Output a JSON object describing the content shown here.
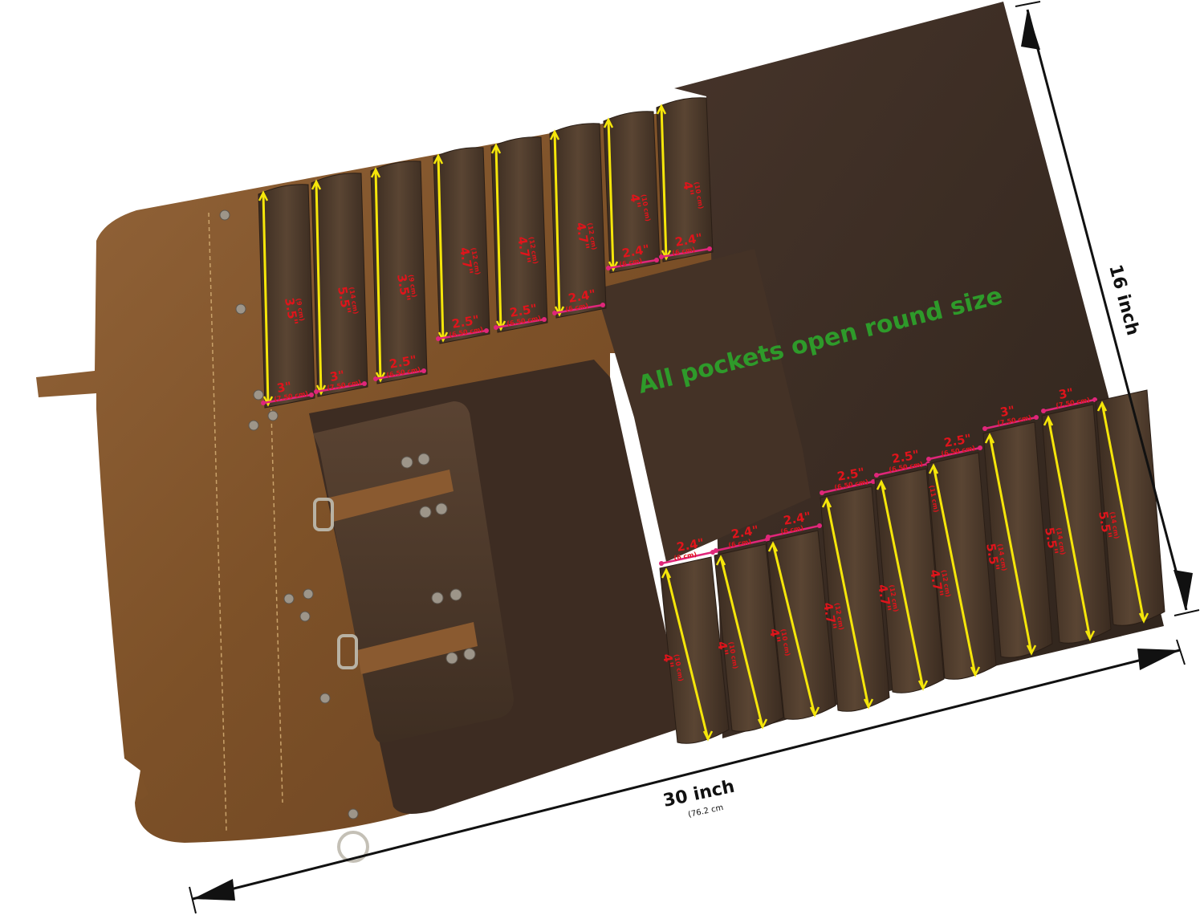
{
  "caption": {
    "text": "All pockets open round size",
    "color": "#2e9a2a"
  },
  "dimensions": {
    "width": {
      "label": "30 inch",
      "sub": "(76.2 cm"
    },
    "height": {
      "label": "16 inch"
    }
  },
  "colors": {
    "leather_light": "#8a5a2f",
    "leather_dark": "#3a2a1e",
    "pocket": "#4a3728",
    "measure_yellow": "#f5e60a",
    "measure_magenta": "#e0267a",
    "label_red": "#e0141b"
  },
  "top_pockets": [
    {
      "length": "3.5\"",
      "length_cm": "(9 cm)",
      "opening": "3\"",
      "opening_cm": "(7.50 cm)"
    },
    {
      "length": "5.5\"",
      "length_cm": "(14 cm)",
      "opening": "3\"",
      "opening_cm": "(7.50 cm)"
    },
    {
      "length": "3.5\"",
      "length_cm": "(9 cm)",
      "opening": "2.5\"",
      "opening_cm": "(6.50 cm)"
    },
    {
      "length": "4.7\"",
      "length_cm": "(12 cm)",
      "opening": "2.5\"",
      "opening_cm": "(6.50 cm)"
    },
    {
      "length": "4.7\"",
      "length_cm": "(12 cm)",
      "opening": "2.5\"",
      "opening_cm": "(6.50 cm)"
    },
    {
      "length": "4.7\"",
      "length_cm": "(12 cm)",
      "opening": "2.4\"",
      "opening_cm": "(6 cm)"
    },
    {
      "length": "4\"",
      "length_cm": "(10 cm)",
      "opening": "2.4\"",
      "opening_cm": "(6 cm)"
    },
    {
      "length": "4\"",
      "length_cm": "(10 cm)",
      "opening": "2.4\"",
      "opening_cm": "(6 cm)"
    }
  ],
  "bottom_pockets": [
    {
      "length": "4\"",
      "length_cm": "(10 cm)",
      "opening": "2.4\"",
      "opening_cm": "(6 cm)"
    },
    {
      "length": "4\"",
      "length_cm": "(10 cm)",
      "opening": "2.4\"",
      "opening_cm": "(6 cm)"
    },
    {
      "length": "4\"",
      "length_cm": "(10 cm)",
      "opening": "2.4\"",
      "opening_cm": "(6 cm)"
    },
    {
      "length": "4.7\"",
      "length_cm": "(12 cm)",
      "opening": "2.5\"",
      "opening_cm": "(6.50 cm)"
    },
    {
      "length": "4.7\"",
      "length_cm": "(12 cm)",
      "opening": "2.5\"",
      "opening_cm": "(6.50 cm)"
    },
    {
      "length": "4.7\"",
      "length_cm": "(12 cm)",
      "opening": "2.5\"",
      "opening_cm": "(6.50 cm)"
    },
    {
      "length": "5.5\"",
      "length_cm": "(14 cm)",
      "opening": "3\"",
      "opening_cm": "(7.50 cm)"
    },
    {
      "length": "5.5\"",
      "length_cm": "(14 cm)",
      "opening": "3\"",
      "opening_cm": "(7.50 cm)"
    },
    {
      "length": "5.5\"",
      "length_cm": "(14 cm)",
      "opening": "",
      "opening_cm": ""
    }
  ],
  "stray_label": "(11 cm)"
}
